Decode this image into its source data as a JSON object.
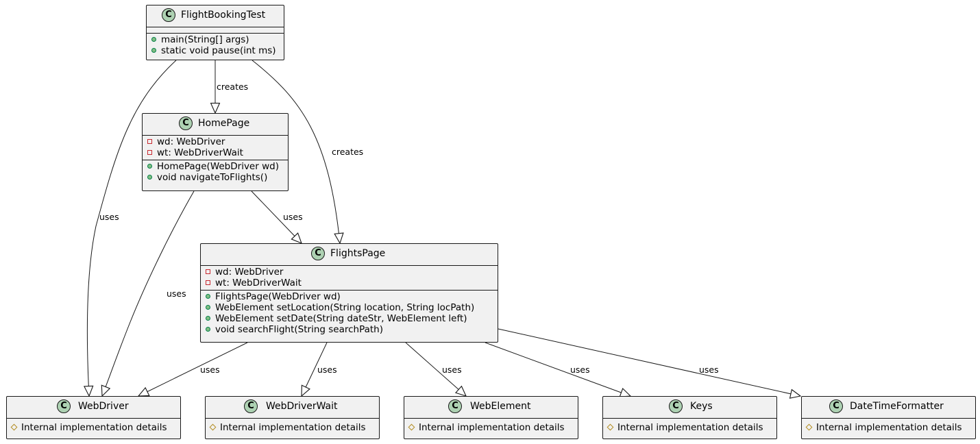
{
  "classes": {
    "flightbookingtest": {
      "name": "FlightBookingTest",
      "icon": "class-icon",
      "stereotype_letter": "C",
      "attributes": [],
      "methods": [
        {
          "visibility": "public",
          "text": "main(String[] args)"
        },
        {
          "visibility": "public",
          "text": "static void pause(int ms)"
        }
      ]
    },
    "homepage": {
      "name": "HomePage",
      "icon": "class-icon",
      "stereotype_letter": "C",
      "attributes": [
        {
          "visibility": "private",
          "text": "wd: WebDriver"
        },
        {
          "visibility": "private",
          "text": "wt: WebDriverWait"
        }
      ],
      "methods": [
        {
          "visibility": "public",
          "text": "HomePage(WebDriver wd)"
        },
        {
          "visibility": "public",
          "text": "void navigateToFlights()"
        }
      ]
    },
    "flightspage": {
      "name": "FlightsPage",
      "icon": "class-icon",
      "stereotype_letter": "C",
      "attributes": [
        {
          "visibility": "private",
          "text": "wd: WebDriver"
        },
        {
          "visibility": "private",
          "text": "wt: WebDriverWait"
        }
      ],
      "methods": [
        {
          "visibility": "public",
          "text": "FlightsPage(WebDriver wd)"
        },
        {
          "visibility": "public",
          "text": "WebElement setLocation(String location, String locPath)"
        },
        {
          "visibility": "public",
          "text": "WebElement setDate(String dateStr, WebElement left)"
        },
        {
          "visibility": "public",
          "text": "void searchFlight(String searchPath)"
        }
      ]
    },
    "webdriver": {
      "name": "WebDriver",
      "icon": "class-icon",
      "stereotype_letter": "C",
      "attributes": [
        {
          "visibility": "protected",
          "text": "Internal implementation details"
        }
      ],
      "methods": null
    },
    "webdriverwait": {
      "name": "WebDriverWait",
      "icon": "class-icon",
      "stereotype_letter": "C",
      "attributes": [
        {
          "visibility": "protected",
          "text": "Internal implementation details"
        }
      ],
      "methods": null
    },
    "webelement": {
      "name": "WebElement",
      "icon": "class-icon",
      "stereotype_letter": "C",
      "attributes": [
        {
          "visibility": "protected",
          "text": "Internal implementation details"
        }
      ],
      "methods": null
    },
    "keys": {
      "name": "Keys",
      "icon": "class-icon",
      "stereotype_letter": "C",
      "attributes": [
        {
          "visibility": "protected",
          "text": "Internal implementation details"
        }
      ],
      "methods": null
    },
    "datetimeformatter": {
      "name": "DateTimeFormatter",
      "icon": "class-icon",
      "stereotype_letter": "C",
      "attributes": [
        {
          "visibility": "protected",
          "text": "Internal implementation details"
        }
      ],
      "methods": null
    }
  },
  "relations": [
    {
      "from": "FlightBookingTest",
      "to": "HomePage",
      "label": "creates"
    },
    {
      "from": "FlightBookingTest",
      "to": "FlightsPage",
      "label": "creates"
    },
    {
      "from": "FlightBookingTest",
      "to": "WebDriver",
      "label": "uses"
    },
    {
      "from": "HomePage",
      "to": "FlightsPage",
      "label": "uses"
    },
    {
      "from": "HomePage",
      "to": "WebDriver",
      "label": "uses"
    },
    {
      "from": "FlightsPage",
      "to": "WebDriver",
      "label": "uses"
    },
    {
      "from": "FlightsPage",
      "to": "WebDriverWait",
      "label": "uses"
    },
    {
      "from": "FlightsPage",
      "to": "WebElement",
      "label": "uses"
    },
    {
      "from": "FlightsPage",
      "to": "Keys",
      "label": "uses"
    },
    {
      "from": "FlightsPage",
      "to": "DateTimeFormatter",
      "label": "uses"
    }
  ],
  "colors": {
    "class_fill": "#f1f1f1",
    "border": "#181818",
    "class_icon": "#add1b2",
    "public_dot": "#84be84",
    "private_box": "#c82930",
    "protected_diamond": "#b38d22"
  }
}
